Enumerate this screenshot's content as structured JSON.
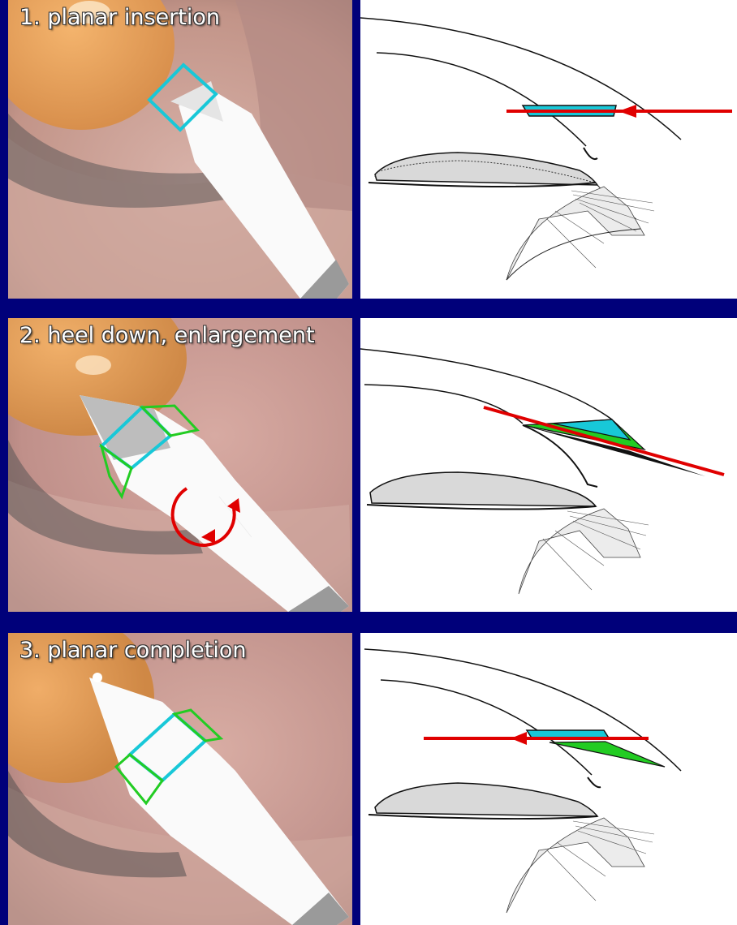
{
  "panels": [
    {
      "step_label": "1. planar insertion"
    },
    {
      "step_label": "2. heel down, enlargement"
    },
    {
      "step_label": "3. planar completion"
    }
  ],
  "colors": {
    "background": "#00007a",
    "outline_cyan": "#18c8d8",
    "outline_green": "#22cc22",
    "arrow_red": "#e00000",
    "iris_orange": "#e3a05c"
  }
}
